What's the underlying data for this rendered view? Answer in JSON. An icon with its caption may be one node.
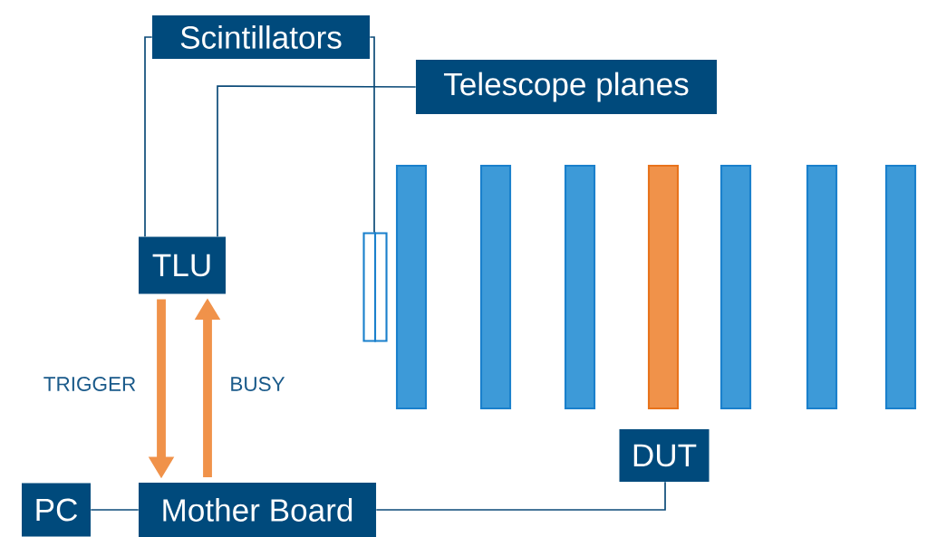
{
  "diagram": {
    "nodes": [
      {
        "text": [
          "Scintillators"
        ]
      },
      {
        "text": [
          "Telescope planes"
        ]
      },
      {
        "text": [
          "TLU"
        ]
      },
      {
        "text": [
          "PC"
        ]
      },
      {
        "text": [
          "Mother Board"
        ]
      },
      {
        "text": [
          "DUT"
        ]
      },
      {
        "text": [],
        "shape": "box"
      },
      {
        "text": [],
        "shape": "bar"
      },
      {
        "text": [],
        "shape": "bar"
      },
      {
        "text": [],
        "shape": "bar"
      },
      {
        "text": [],
        "shape": "bar"
      },
      {
        "text": [],
        "shape": "bar"
      },
      {
        "text": [],
        "shape": "bar"
      },
      {
        "text": [],
        "shape": "bar"
      }
    ],
    "edges": [
      {
        "from": 0,
        "to": 2,
        "arrow": "none"
      },
      {
        "from": 0,
        "to": 6,
        "arrow": "none"
      },
      {
        "from": 1,
        "to": 2,
        "arrow": "none"
      },
      {
        "from": 2,
        "to": 4,
        "arrow": "to",
        "label": "TRIGGER",
        "style": "thick",
        "color": "#f0924a"
      },
      {
        "from": 4,
        "to": 2,
        "arrow": "to",
        "label": "BUSY",
        "style": "thick",
        "color": "#f0924a"
      },
      {
        "from": 3,
        "to": 4,
        "arrow": "none"
      },
      {
        "from": 4,
        "to": 5,
        "arrow": "none"
      }
    ]
  }
}
